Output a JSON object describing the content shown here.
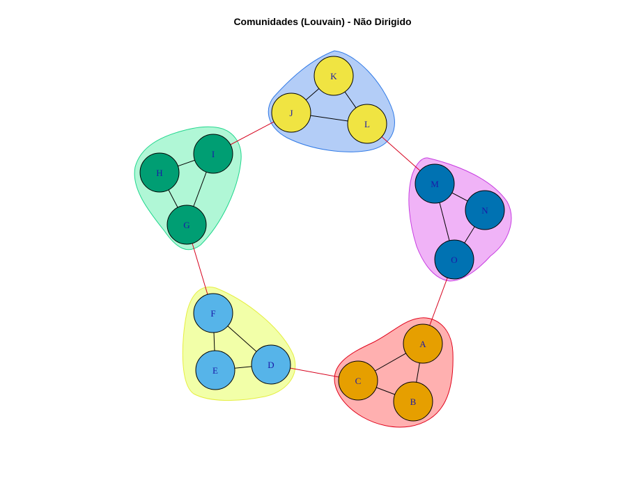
{
  "title": "Comunidades (Louvain) - Não Dirigido",
  "communities": [
    {
      "id": "c1",
      "members": [
        "A",
        "B",
        "C"
      ],
      "hull_fill": "#ffb0b0",
      "hull_stroke": "#e0001a",
      "node_fill": "#e69f00"
    },
    {
      "id": "c2",
      "members": [
        "D",
        "E",
        "F"
      ],
      "hull_fill": "#f2ffa8",
      "hull_stroke": "#e5ee40",
      "node_fill": "#56b4e9"
    },
    {
      "id": "c3",
      "members": [
        "G",
        "H",
        "I"
      ],
      "hull_fill": "#b0f7d6",
      "hull_stroke": "#1fd68c",
      "node_fill": "#009e73"
    },
    {
      "id": "c4",
      "members": [
        "J",
        "K",
        "L"
      ],
      "hull_fill": "#b3cdf7",
      "hull_stroke": "#2f79e6",
      "node_fill": "#f0e442"
    },
    {
      "id": "c5",
      "members": [
        "M",
        "N",
        "O"
      ],
      "hull_fill": "#f0b3f7",
      "hull_stroke": "#c63ce0",
      "node_fill": "#0072b2"
    }
  ],
  "nodes": [
    "A",
    "B",
    "C",
    "D",
    "E",
    "F",
    "G",
    "H",
    "I",
    "J",
    "K",
    "L",
    "M",
    "N",
    "O"
  ],
  "edges_within": [
    [
      "A",
      "B"
    ],
    [
      "A",
      "C"
    ],
    [
      "B",
      "C"
    ],
    [
      "D",
      "E"
    ],
    [
      "D",
      "F"
    ],
    [
      "E",
      "F"
    ],
    [
      "G",
      "H"
    ],
    [
      "G",
      "I"
    ],
    [
      "H",
      "I"
    ],
    [
      "J",
      "K"
    ],
    [
      "J",
      "L"
    ],
    [
      "K",
      "L"
    ],
    [
      "M",
      "N"
    ],
    [
      "M",
      "O"
    ],
    [
      "N",
      "O"
    ]
  ],
  "edges_between": [
    [
      "C",
      "D"
    ],
    [
      "F",
      "G"
    ],
    [
      "I",
      "J"
    ],
    [
      "L",
      "M"
    ],
    [
      "O",
      "A"
    ]
  ],
  "colors": {
    "edge_within": "#000000",
    "edge_between": "#d6001c",
    "node_outline": "#000000",
    "label": "#1a1aa8"
  }
}
